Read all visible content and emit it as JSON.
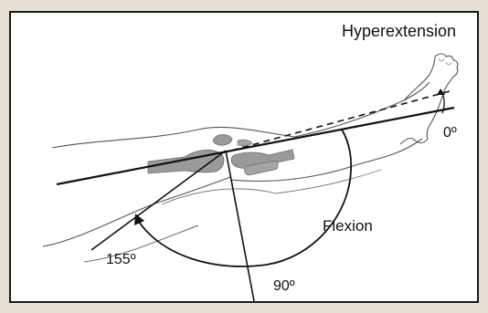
{
  "labels": {
    "hyperextension": "Hyperextension",
    "zero": "0º",
    "flexion": "Flexion",
    "deg155": "155º",
    "deg90": "90º"
  },
  "colors": {
    "background": "#e6dfd4",
    "panel": "#ffffff",
    "line": "#111111",
    "bone": "#9a9a9a",
    "outline": "#555555"
  }
}
